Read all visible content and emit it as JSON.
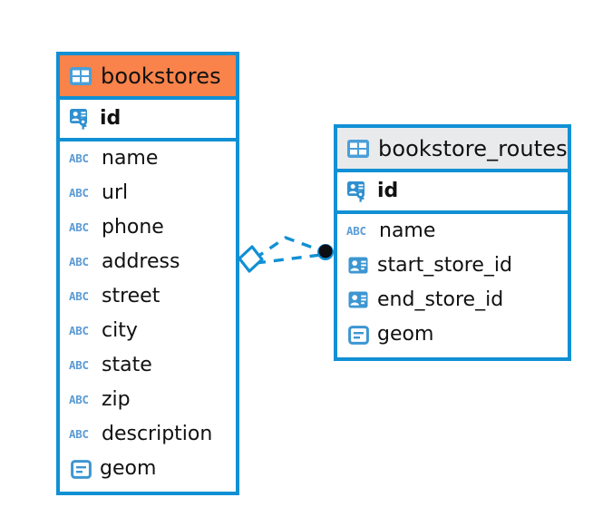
{
  "diagram": {
    "type": "entity-relationship-diagram",
    "background_color": "#ffffff",
    "accent_color": "#1190d4",
    "header_highlight_color": "#f9834a",
    "header_neutral_color": "#e9eaec"
  },
  "entities": [
    {
      "name": "bookstores",
      "title": "bookstores",
      "header_style": "orange",
      "table_icon": "table-icon",
      "primary_key": {
        "label": "id",
        "icon": "primary-key-icon"
      },
      "fields": [
        {
          "label": "name",
          "icon": "abc-icon",
          "type_glyph": "ABC"
        },
        {
          "label": "url",
          "icon": "abc-icon",
          "type_glyph": "ABC"
        },
        {
          "label": "phone",
          "icon": "abc-icon",
          "type_glyph": "ABC"
        },
        {
          "label": "address",
          "icon": "abc-icon",
          "type_glyph": "ABC"
        },
        {
          "label": "street",
          "icon": "abc-icon",
          "type_glyph": "ABC"
        },
        {
          "label": "city",
          "icon": "abc-icon",
          "type_glyph": "ABC"
        },
        {
          "label": "state",
          "icon": "abc-icon",
          "type_glyph": "ABC"
        },
        {
          "label": "zip",
          "icon": "abc-icon",
          "type_glyph": "ABC"
        },
        {
          "label": "description",
          "icon": "abc-icon",
          "type_glyph": "ABC"
        },
        {
          "label": "geom",
          "icon": "geometry-icon",
          "type_glyph": ""
        }
      ]
    },
    {
      "name": "bookstore_routes",
      "title": "bookstore_routes",
      "header_style": "grey",
      "table_icon": "table-icon",
      "primary_key": {
        "label": "id",
        "icon": "primary-key-icon"
      },
      "fields": [
        {
          "label": "name",
          "icon": "abc-icon",
          "type_glyph": "ABC"
        },
        {
          "label": "start_store_id",
          "icon": "foreign-key-icon",
          "type_glyph": ""
        },
        {
          "label": "end_store_id",
          "icon": "foreign-key-icon",
          "type_glyph": ""
        },
        {
          "label": "geom",
          "icon": "geometry-icon",
          "type_glyph": ""
        }
      ]
    }
  ],
  "relationship": {
    "name": "bookstores-to-bookstore_routes",
    "source_entity": "bookstores",
    "target_entity": "bookstore_routes",
    "source_marker": "diamond-marker",
    "target_marker": "dot-marker",
    "line_style": "dashed",
    "line_color": "#1190d4",
    "label": ""
  }
}
